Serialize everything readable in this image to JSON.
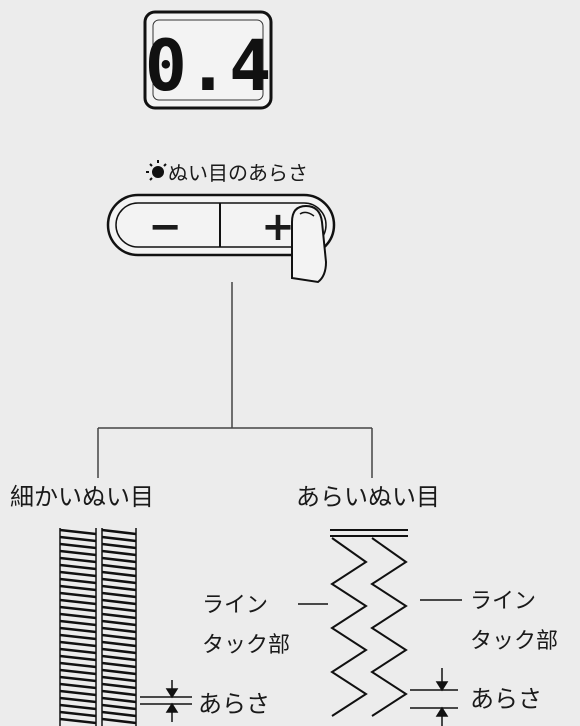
{
  "display": {
    "value": "0.4"
  },
  "stitch_length": {
    "label": "ぬい目のあらさ",
    "minus_symbol": "−",
    "plus_symbol": "+"
  },
  "fine_stitch": {
    "title": "細かいぬい目",
    "line_tack_label_1": "ライン",
    "line_tack_label_2": "タック部",
    "spacing_label": "あらさ"
  },
  "coarse_stitch": {
    "title": "あらいぬい目",
    "line_tack_label_1": "ライン",
    "line_tack_label_2": "タック部",
    "spacing_label": "あらさ"
  },
  "icons": [
    "light-indicator-icon",
    "finger-icon",
    "arrow-down-icon",
    "arrow-up-icon"
  ]
}
